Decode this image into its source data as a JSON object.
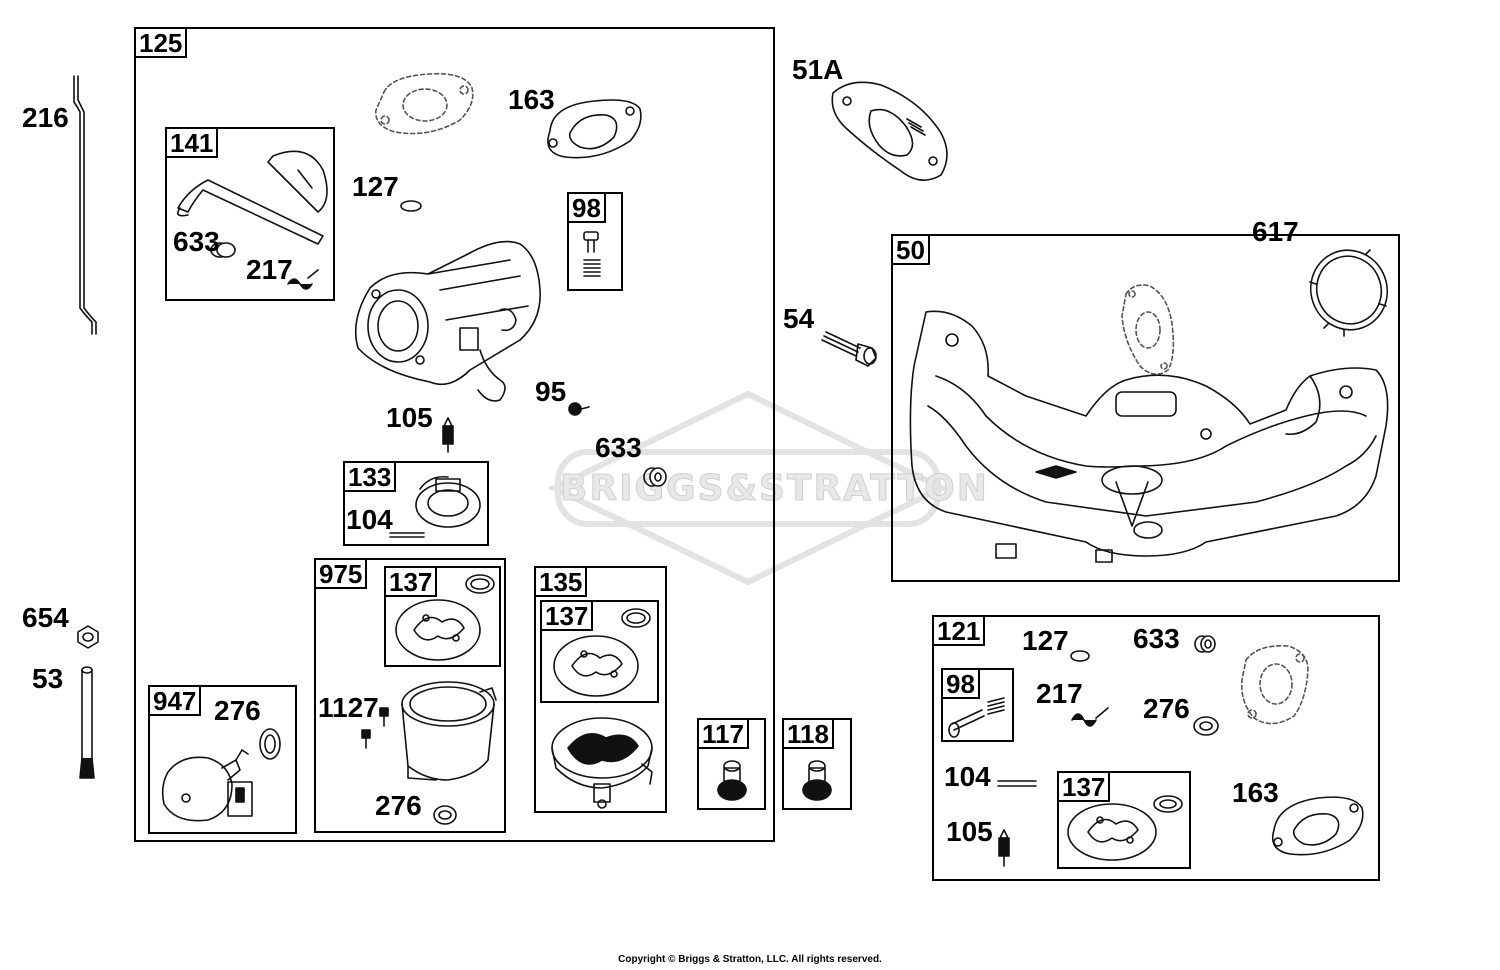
{
  "watermark": "BRIGGS&STRATTON",
  "copyright": "Copyright © Briggs & Stratton, LLC. All rights reserved.",
  "boxes": {
    "b125": "125",
    "b141": "141",
    "b98a": "98",
    "b133": "133",
    "b975": "975",
    "b137a": "137",
    "b135": "135",
    "b137b": "137",
    "b947": "947",
    "b117": "117",
    "b118": "118",
    "b50": "50",
    "b121": "121",
    "b98b": "98",
    "b137c": "137"
  },
  "labels": {
    "l216": "216",
    "l163a": "163",
    "l51a": "51A",
    "l127a": "127",
    "l633a": "633",
    "l217a": "217",
    "l617": "617",
    "l54": "54",
    "l95": "95",
    "l105a": "105",
    "l633b": "633",
    "l104a": "104",
    "l654": "654",
    "l53": "53",
    "l276a": "276",
    "l1127": "1127",
    "l276b": "276",
    "l127b": "127",
    "l633c": "633",
    "l217b": "217",
    "l276c": "276",
    "l104b": "104",
    "l163b": "163",
    "l105b": "105"
  }
}
